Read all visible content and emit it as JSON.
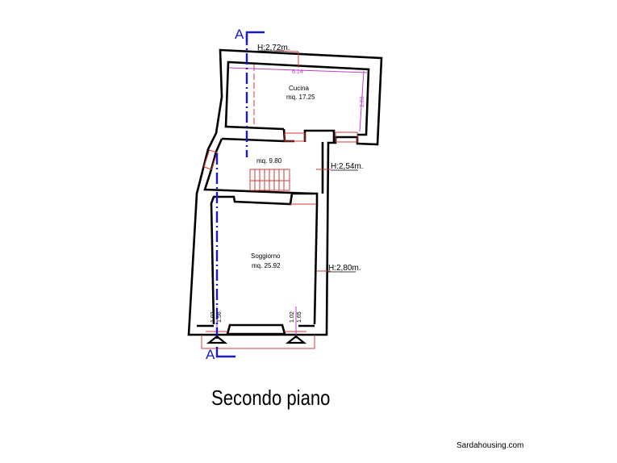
{
  "plan": {
    "title": "Secondo piano",
    "section_label_top": "A",
    "section_label_bottom": "A",
    "rooms": [
      {
        "name": "Cucina",
        "area": "mq. 17.25"
      },
      {
        "name": "",
        "area": "mq. 9.80"
      },
      {
        "name": "Soggiorno",
        "area": "mq. 25.92"
      }
    ],
    "heights": [
      "H:2,72m.",
      "H:2,54m.",
      "H:2,80m."
    ],
    "dimensions": {
      "kitchen_width": "6.14",
      "kitchen_depth": "2.83"
    },
    "windows": [
      {
        "a": "1.02",
        "b": "1.56"
      },
      {
        "a": "1.02",
        "b": "1.65"
      }
    ],
    "colors": {
      "walls": "#000000",
      "section_line": "#1a1acc",
      "dimension": "#c03cc8",
      "detail": "#d23a3a"
    }
  },
  "footer": {
    "credit": "Sardahousing.com"
  }
}
